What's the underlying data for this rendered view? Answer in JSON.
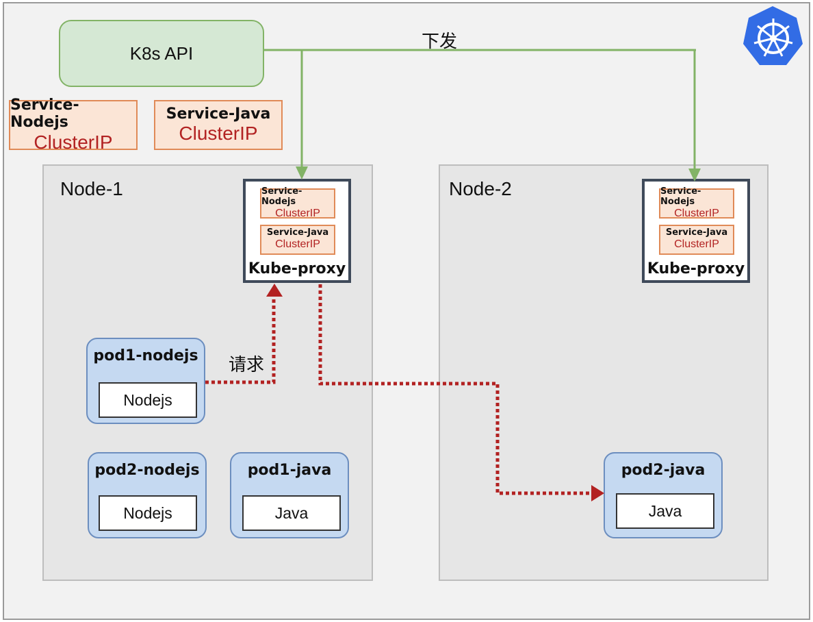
{
  "api": {
    "label": "K8s API"
  },
  "services": [
    {
      "name": "Service-Nodejs",
      "ip": "ClusterIP"
    },
    {
      "name": "Service-Java",
      "ip": "ClusterIP"
    }
  ],
  "nodes": [
    {
      "label": "Node-1",
      "proxy_label": "Kube-proxy"
    },
    {
      "label": "Node-2",
      "proxy_label": "Kube-proxy"
    }
  ],
  "pods": [
    {
      "title": "pod1-nodejs",
      "container": "Nodejs"
    },
    {
      "title": "pod2-nodejs",
      "container": "Nodejs"
    },
    {
      "title": "pod1-java",
      "container": "Java"
    },
    {
      "title": "pod2-java",
      "container": "Java"
    }
  ],
  "edges": {
    "dispatch_label": "下发",
    "request_label": "请求"
  },
  "colors": {
    "dispatch_line": "#82b366",
    "request_line": "#b22222",
    "kubernetes_logo": "#326ce5"
  },
  "logo": {
    "icon": "kubernetes-helm-wheel-icon"
  }
}
